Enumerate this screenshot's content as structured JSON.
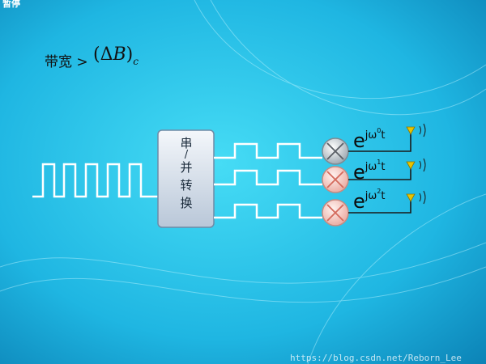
{
  "corner_label": "暂停",
  "title": {
    "prefix": "带宽 >",
    "formula_open": "(",
    "delta": "Δ",
    "var": "B",
    "formula_close": ")",
    "subscript": "c"
  },
  "converter": {
    "chars": [
      "串",
      "/",
      "并",
      "转",
      "换"
    ]
  },
  "exponentials": [
    {
      "base": "e",
      "sup_a": "jω",
      "sub": "0",
      "sup_b": "t"
    },
    {
      "base": "e",
      "sup_a": "jω",
      "sub": "1",
      "sup_b": "t"
    },
    {
      "base": "e",
      "sup_a": "jω",
      "sub": "2",
      "sup_b": "t"
    }
  ],
  "watermark": "https://blog.csdn.net/Reborn_Lee",
  "colors": {
    "bg_light": "#3fd6f2",
    "bg_dark": "#0a86b8",
    "wave": "#ffffff",
    "wire": "#1a1a1a",
    "mixer_gray": "#c8cfd6",
    "mixer_red": "#f3c6c0",
    "antenna": "#e8c400"
  }
}
